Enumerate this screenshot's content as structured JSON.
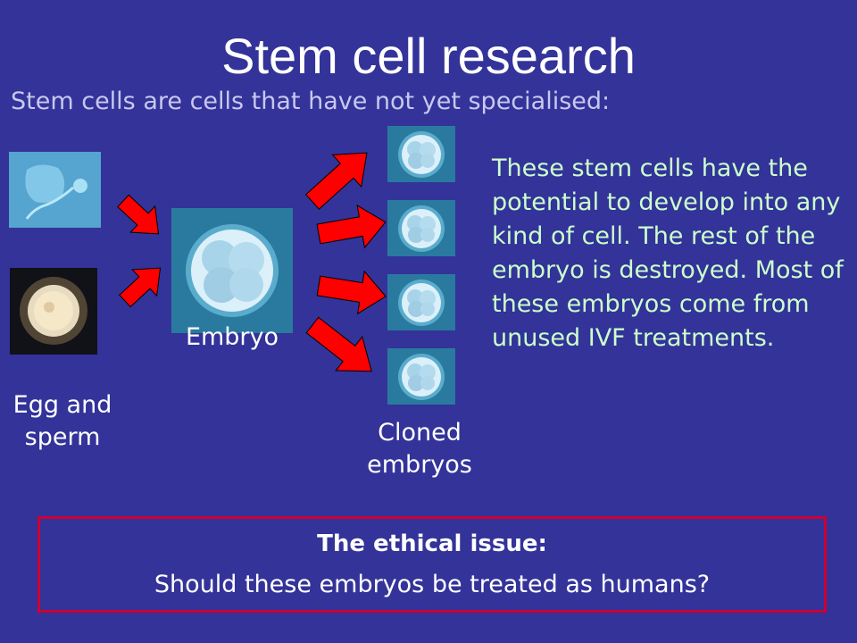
{
  "title": "Stem cell research",
  "subtitle": "Stem cells are cells that have not yet specialised:",
  "labels": {
    "egg_sperm": [
      "Egg and",
      "sperm"
    ],
    "embryo": "Embryo",
    "cloned": [
      "Cloned",
      "embryos"
    ]
  },
  "description": "These stem cells have the potential to develop into any kind of cell.  The rest of the embryo is destroyed.  Most of these embryos come from unused IVF treatments.",
  "issue": {
    "heading": "The ethical issue:",
    "question": "Should these embryos be treated as humans?"
  },
  "colors": {
    "background": "#333399",
    "arrow_fill": "#ff0000",
    "issue_border": "#cc0033",
    "description_text": "#ccffcc"
  }
}
